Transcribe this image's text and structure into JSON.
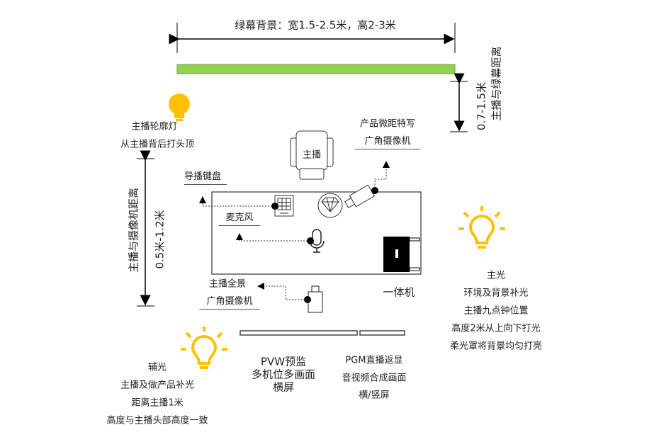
{
  "screen": {
    "title": "绿幕背景：宽1.5-2.5米，高2-3米",
    "screen_color": "#92d050"
  },
  "distances": {
    "anchor_to_screen": [
      "0.7-1.5米",
      "主播与绿幕距离"
    ],
    "anchor_to_camera": [
      "0.5米-1.2米",
      "主播与摄像机距离"
    ]
  },
  "lights": {
    "rim": [
      "主播轮廓灯",
      "从主播背后打头顶"
    ],
    "key": [
      "主光",
      "环境及背景补光",
      "主播九点钟位置",
      "高度2米从上向下打光",
      "柔光罩将背景均匀打亮"
    ],
    "fill": [
      "辅光",
      "主播及做产品补光",
      "距离主播1米",
      "高度与主播头部高度一致"
    ],
    "color": "#ffc000"
  },
  "desk": {
    "anchor": "主播",
    "macro_camera": [
      "产品微距特写",
      "广角摄像机"
    ],
    "keyboard": "导播键盘",
    "microphone": "麦克风",
    "wide_camera": [
      "主播全景",
      "广角摄像机"
    ],
    "all_in_one": "一体机"
  },
  "monitors": {
    "pvw": [
      "PVW预监",
      "多机位多画面",
      "横屏"
    ],
    "pgm": [
      "PGM直播返显",
      "音视频合成画面",
      "横/竖屏"
    ]
  }
}
